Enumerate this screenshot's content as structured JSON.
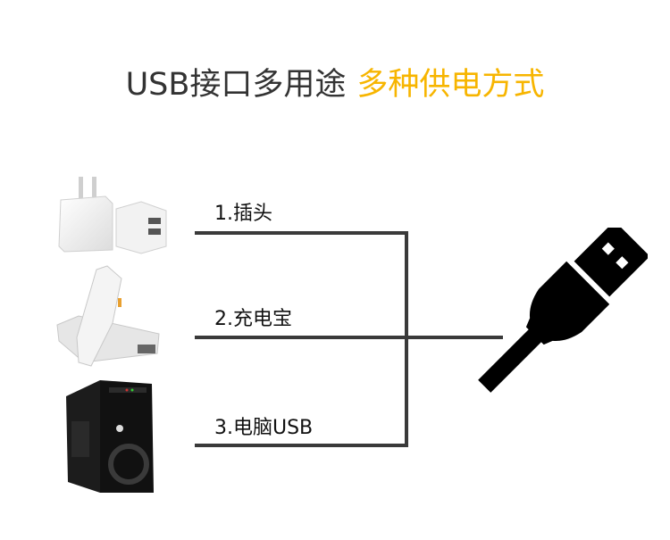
{
  "header": {
    "title_main": "USB接口多用途",
    "title_accent": "多种供电方式",
    "accent_color": "#f7b500",
    "text_color": "#333333"
  },
  "sources": [
    {
      "label": "1.插头",
      "icon": "wall-charger-icon"
    },
    {
      "label": "2.充电宝",
      "icon": "power-bank-icon"
    },
    {
      "label": "3.电脑USB",
      "icon": "pc-tower-icon"
    }
  ],
  "connector": {
    "icon": "usb-plug-icon",
    "line_color": "#3a3a3a"
  }
}
